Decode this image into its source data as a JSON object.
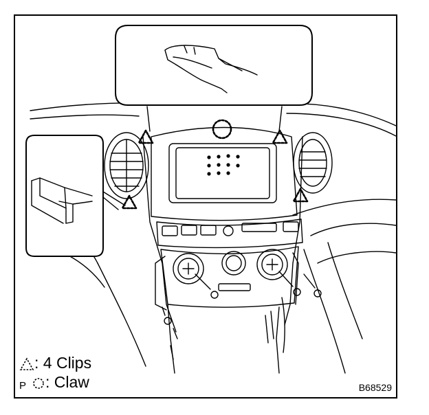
{
  "legend": {
    "clips_label": ": 4 Clips",
    "claw_label": ": Claw",
    "clip_symbol": "dashed-triangle-icon",
    "claw_symbol": "dashed-circle-icon"
  },
  "figure_code": "B68529",
  "corner_mark": "P",
  "colors": {
    "line": "#000000",
    "background": "#ffffff"
  }
}
